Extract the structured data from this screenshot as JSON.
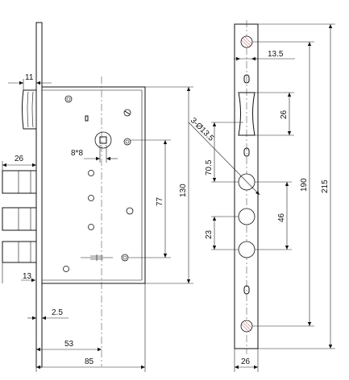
{
  "dimensions": {
    "d11": "11",
    "d26_bolt": "26",
    "d8x8": "8*8",
    "d77": "77",
    "d130": "130",
    "d13": "13",
    "d2_5": "2.5",
    "d53": "53",
    "d85": "85",
    "d13_5": "13.5",
    "d26_latch": "26",
    "d3xd13_5": "3-Ø13.5",
    "d70_5": "70.5",
    "d190": "190",
    "d215": "215",
    "d46": "46",
    "d23": "23",
    "d26_width": "26"
  }
}
